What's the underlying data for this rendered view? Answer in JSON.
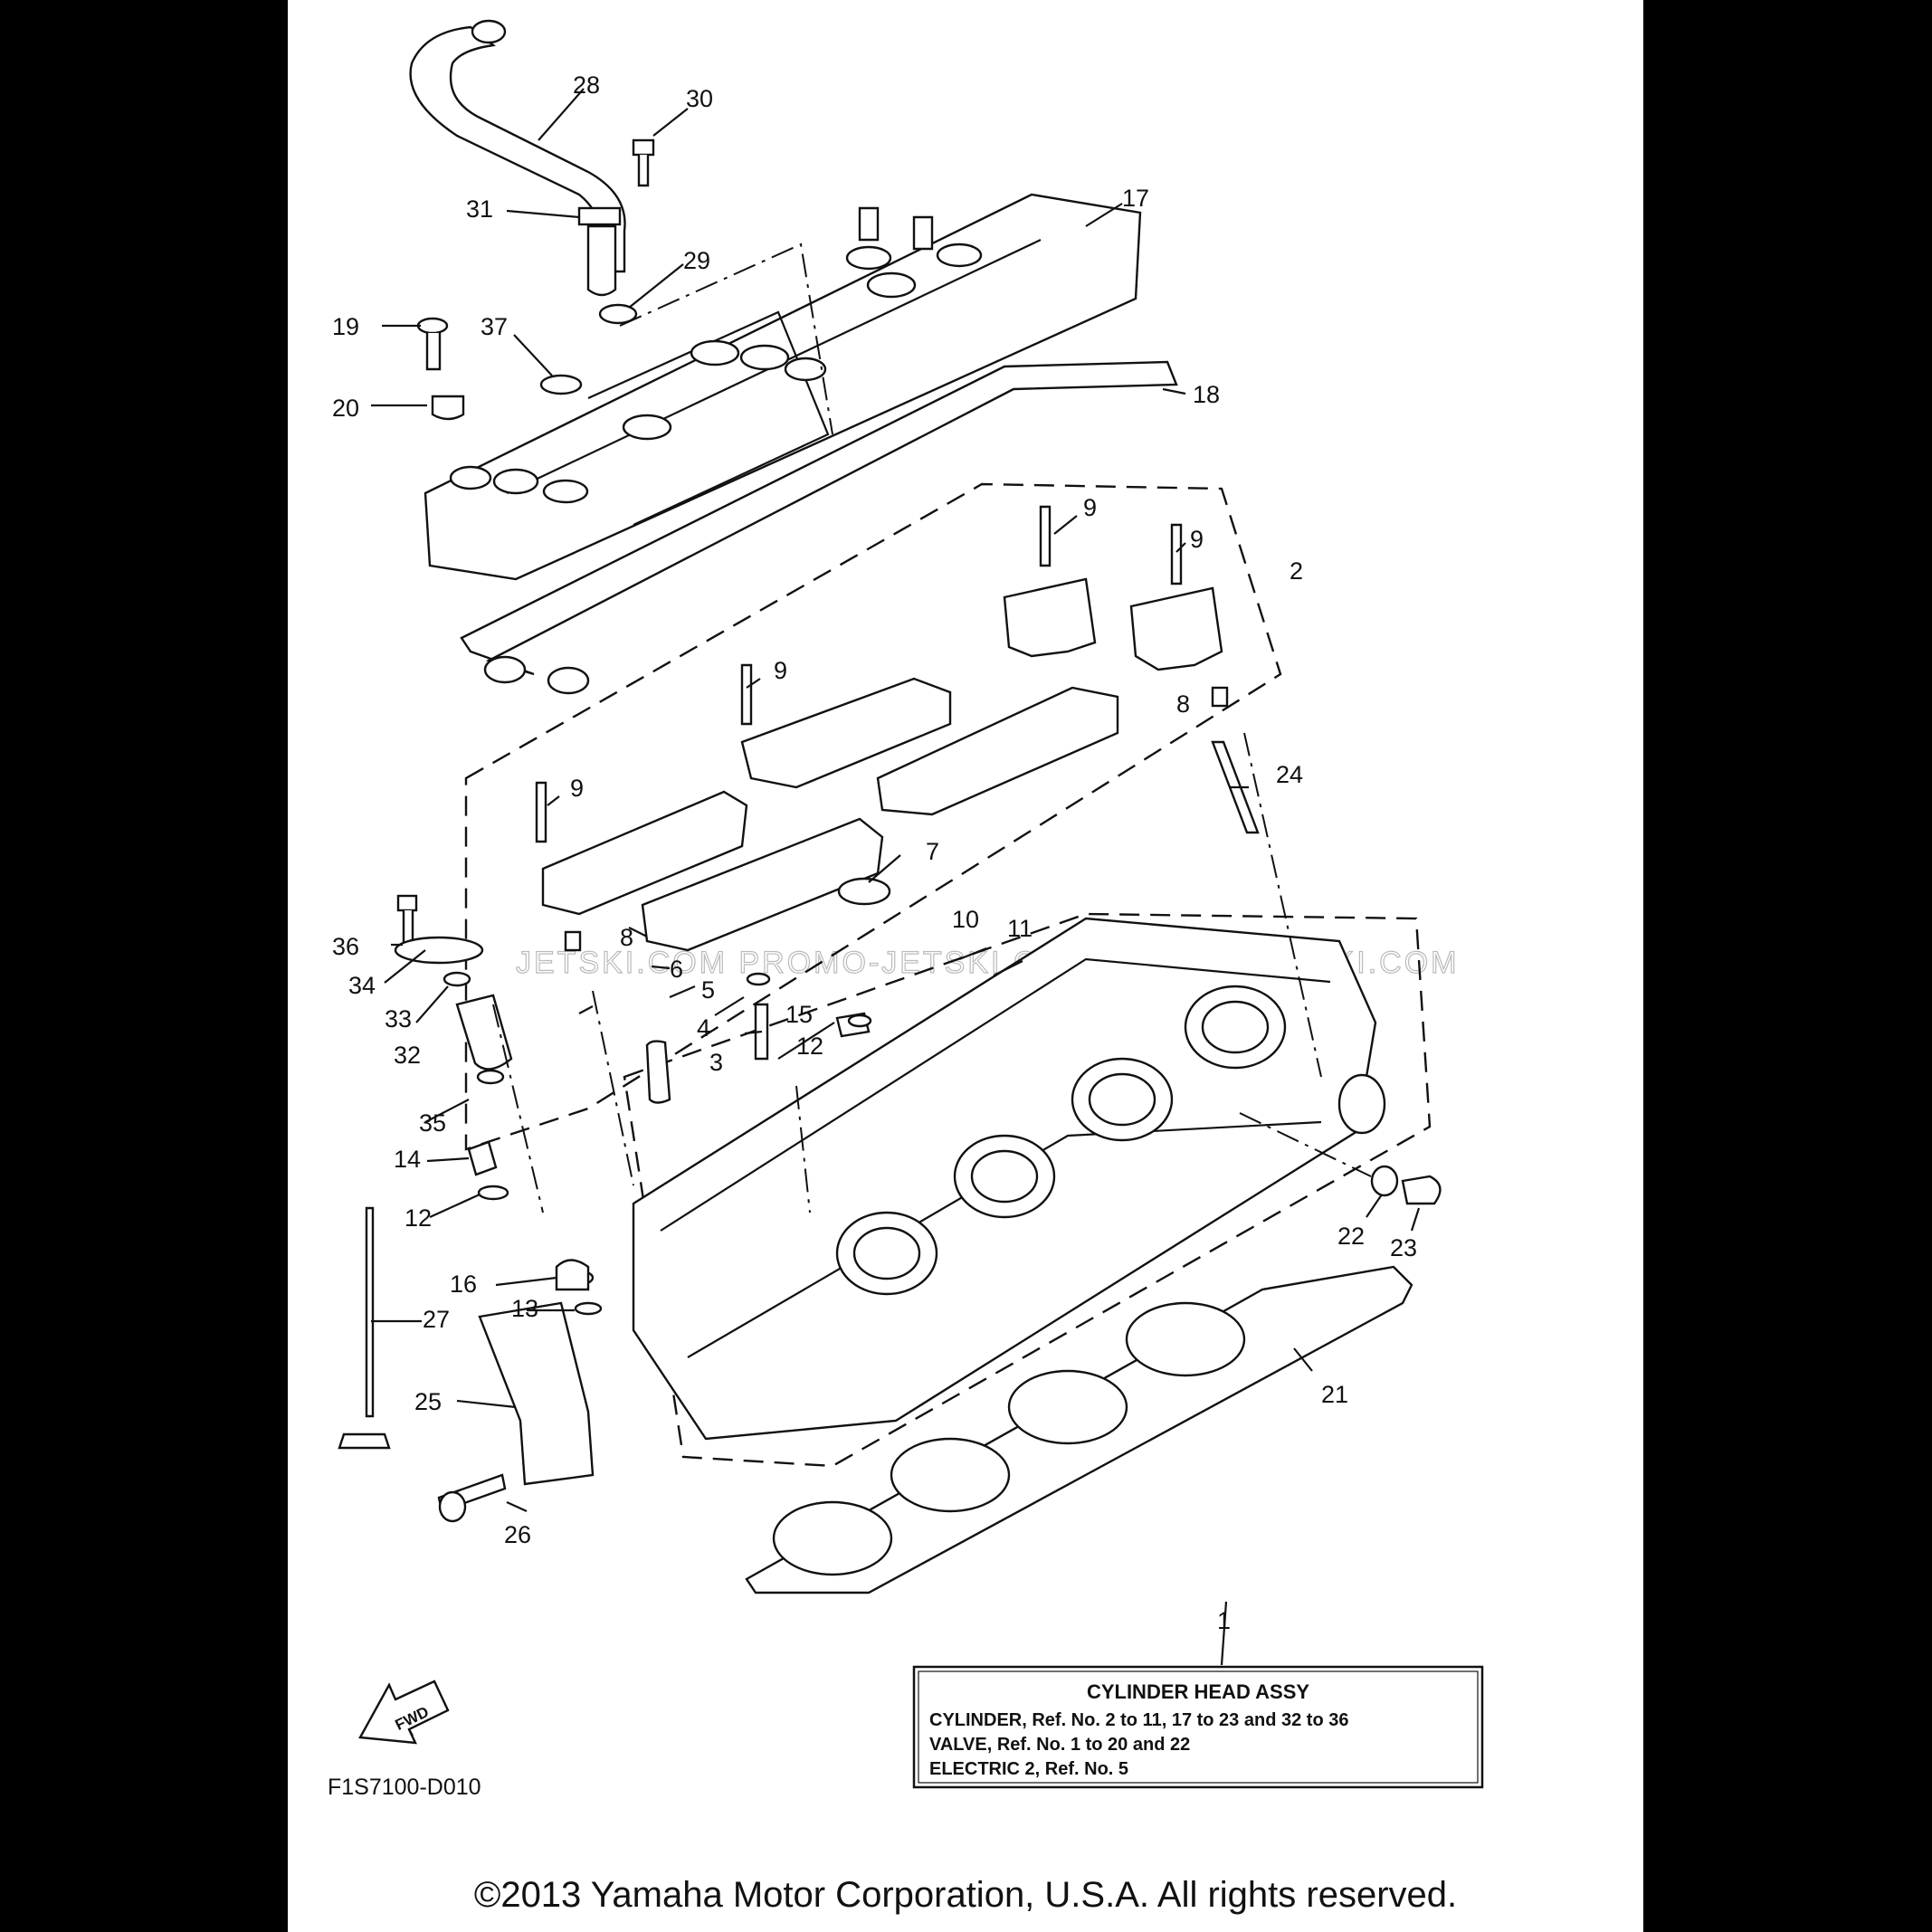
{
  "diagram": {
    "callouts": [
      "1",
      "2",
      "3",
      "4",
      "5",
      "6",
      "7",
      "8",
      "8",
      "9",
      "9",
      "9",
      "9",
      "10",
      "11",
      "12",
      "12",
      "13",
      "14",
      "15",
      "16",
      "17",
      "18",
      "19",
      "20",
      "21",
      "22",
      "23",
      "24",
      "25",
      "26",
      "27",
      "28",
      "29",
      "30",
      "31",
      "32",
      "33",
      "34",
      "35",
      "36",
      "37"
    ],
    "drawing_code": "F1S7100-D010",
    "fwd_label": "FWD",
    "watermark": "JETSKI.COM   PROMO-JETSKI.COM   PROMO-JETSKI.COM"
  },
  "info_box": {
    "title": "CYLINDER HEAD ASSY",
    "lines": [
      "CYLINDER, Ref. No. 2 to 11, 17 to 23 and 32 to 36",
      "VALVE, Ref. No. 1 to 20 and 22",
      "ELECTRIC 2,  Ref. No. 5"
    ]
  },
  "footer": {
    "copyright": "©2013 Yamaha Motor Corporation, U.S.A. All rights reserved."
  }
}
